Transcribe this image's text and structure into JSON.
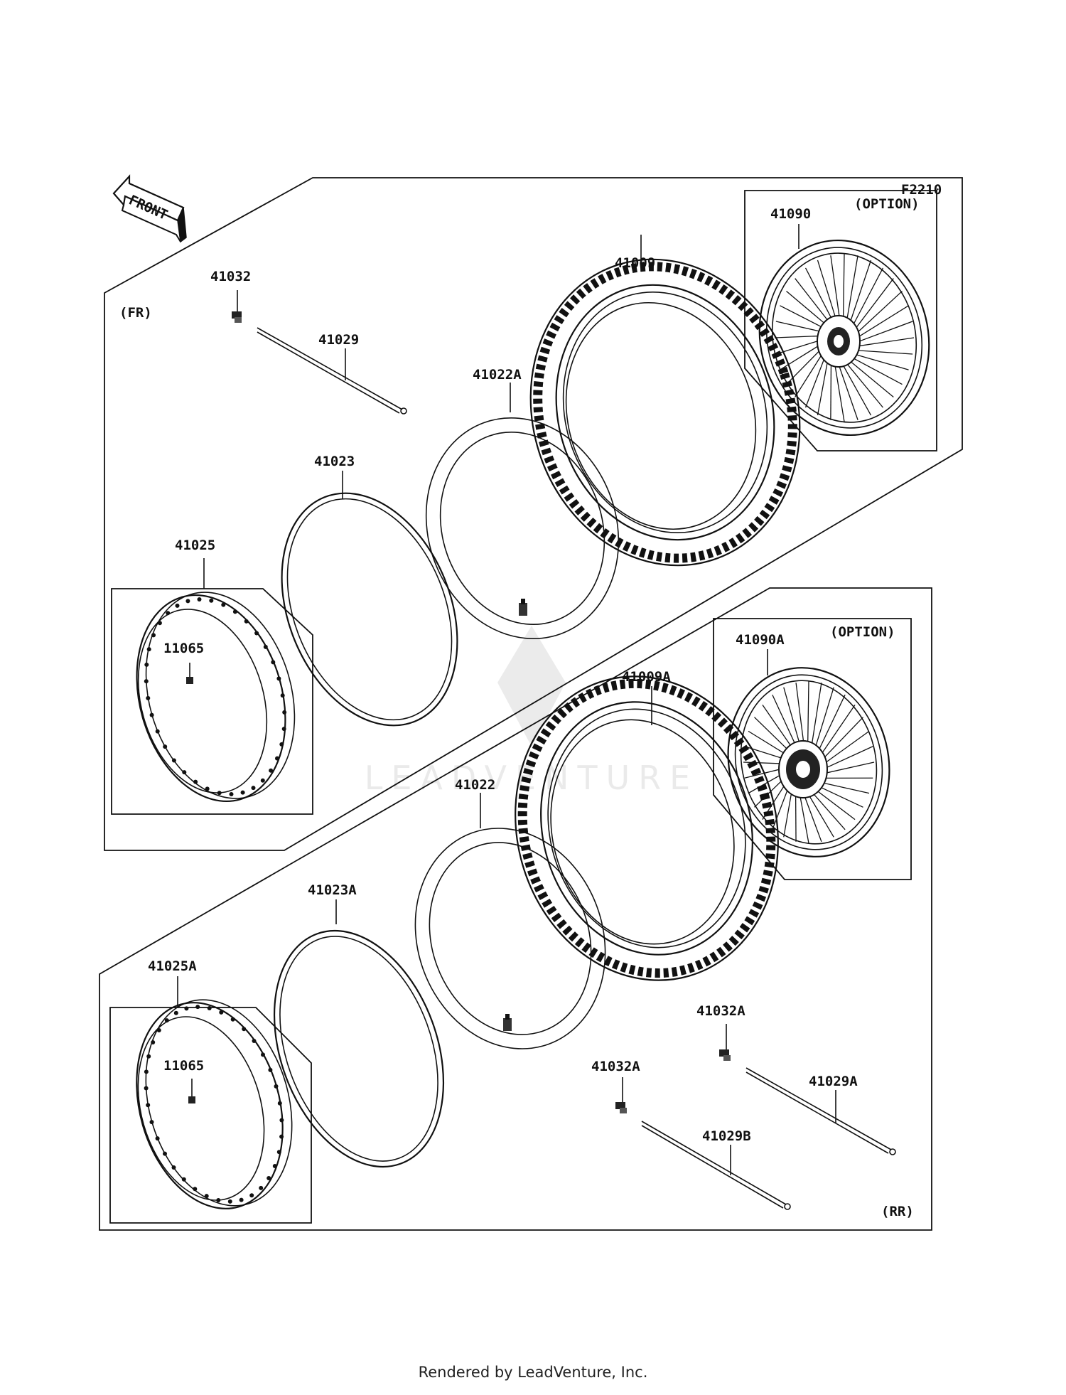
{
  "diagram_code": "F2210",
  "front_label": "FRONT",
  "sections": {
    "front": "(FR)",
    "rear": "(RR)",
    "option_front": "(OPTION)",
    "option_rear": "(OPTION)"
  },
  "parts": {
    "p41032": "41032",
    "p41029": "41029",
    "p41022A": "41022A",
    "p41009": "41009",
    "p41090": "41090",
    "p41023": "41023",
    "p41025": "41025",
    "p11065_front": "11065",
    "p41090A": "41090A",
    "p41009A": "41009A",
    "p41022": "41022",
    "p41023A": "41023A",
    "p41025A": "41025A",
    "p11065_rear": "11065",
    "p41032A_1": "41032A",
    "p41029A": "41029A",
    "p41032A_2": "41032A",
    "p41029B": "41029B"
  },
  "watermark": "LEADVENTURE",
  "footer": "Rendered by LeadVenture, Inc."
}
